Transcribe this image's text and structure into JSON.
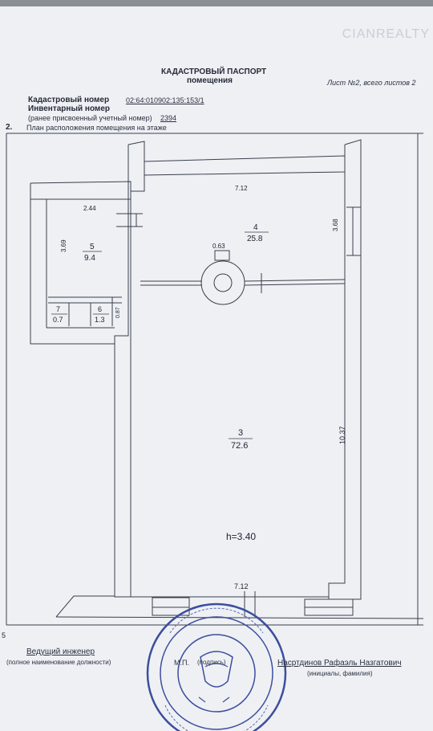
{
  "header": {
    "watermark": "CIANREALTY",
    "title": "КАДАСТРОВЫЙ ПАСПОРТ",
    "subtitle": "помещения",
    "sheet_info": "Лист №2, всего листов 2",
    "cadastral_label": "Кадастровый номер",
    "cadastral_number": "02:64:010902:135:153/1",
    "inventory_label": "Инвентарный номер",
    "former_label": "(ранее присвоенный учетный номер)",
    "former_number": "2394",
    "section_number": "2.",
    "section_title": "План расположения помещения на этаже"
  },
  "plan": {
    "dim_top": "7.12",
    "dim_left_room": "2.44",
    "dim_right_upper": "3.68",
    "dim_left_height": "3.69",
    "dim_column": "0.63",
    "dim_small": "0.87",
    "dim_right_long": "10.37",
    "dim_bottom": "7.12",
    "ceiling_height": "h=3.40",
    "rooms": [
      {
        "number": "4",
        "area": "25.8"
      },
      {
        "number": "5",
        "area": "9.4"
      },
      {
        "number": "6",
        "area": "1.3"
      },
      {
        "number": "7",
        "area": "0.7"
      },
      {
        "number": "3",
        "area": "72.6"
      }
    ],
    "margin_mark": "5"
  },
  "footer": {
    "position": "Ведущий инженер",
    "position_caption": "(полное наименование должности)",
    "stamp_label": "М.П.",
    "signature_caption": "(подпись)",
    "name": "Насртдинов Рафаэль Назгатович",
    "name_caption": "(инициалы, фамилия)"
  }
}
